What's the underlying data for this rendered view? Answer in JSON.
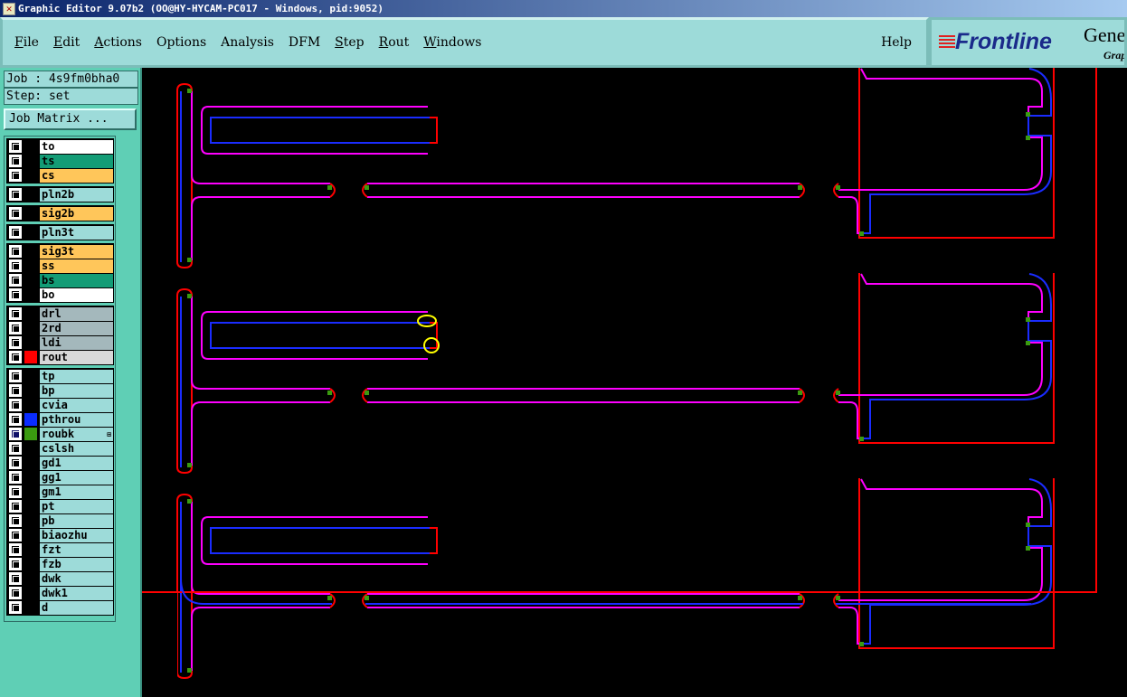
{
  "window": {
    "title": "Graphic Editor 9.07b2 (OO@HY-HYCAM-PC017 - Windows, pid:9052)"
  },
  "menu": {
    "items": [
      "File",
      "Edit",
      "Actions",
      "Options",
      "Analysis",
      "DFM",
      "Step",
      "Rout",
      "Windows"
    ],
    "help": "Help"
  },
  "brand": {
    "logo": "Frontline",
    "gen": "Gene",
    "sub": "Grap"
  },
  "job": {
    "job": "Job : 4s9fm0bha0",
    "step": "Step: set",
    "matrix_button": "Job Matrix ..."
  },
  "layers": [
    {
      "name": "to",
      "bg": "#ffffff"
    },
    {
      "name": "ts",
      "bg": "#139c76"
    },
    {
      "name": "cs",
      "bg": "#ffc65a"
    },
    {
      "name": "pln2b",
      "bg": "#9ddbd9"
    },
    {
      "name": "sig2b",
      "bg": "#ffc65a"
    },
    {
      "name": "pln3t",
      "bg": "#9ddbd9"
    },
    {
      "name": "sig3t",
      "bg": "#ffc65a"
    },
    {
      "name": "ss",
      "bg": "#ffc65a"
    },
    {
      "name": "bs",
      "bg": "#139c76"
    },
    {
      "name": "bo",
      "bg": "#ffffff"
    },
    {
      "name": "drl",
      "bg": "#a4b8bc"
    },
    {
      "name": "2rd",
      "bg": "#a4b8bc"
    },
    {
      "name": "ldi",
      "bg": "#a4b8bc"
    },
    {
      "name": "rout",
      "bg": "#d8d8d8",
      "swatch": "#ff0000"
    },
    {
      "name": "tp",
      "bg": "#9ddbd9"
    },
    {
      "name": "bp",
      "bg": "#9ddbd9"
    },
    {
      "name": "cvia",
      "bg": "#9ddbd9"
    },
    {
      "name": "pthrou",
      "bg": "#9ddbd9",
      "swatch": "#0a2cff"
    },
    {
      "name": "roubk",
      "bg": "#9ddbd9",
      "swatch": "#3a9a10",
      "active": true
    },
    {
      "name": "cslsh",
      "bg": "#9ddbd9"
    },
    {
      "name": "gd1",
      "bg": "#9ddbd9"
    },
    {
      "name": "gg1",
      "bg": "#9ddbd9"
    },
    {
      "name": "gm1",
      "bg": "#9ddbd9"
    },
    {
      "name": "pt",
      "bg": "#9ddbd9"
    },
    {
      "name": "pb",
      "bg": "#9ddbd9"
    },
    {
      "name": "biaozhu",
      "bg": "#9ddbd9"
    },
    {
      "name": "fzt",
      "bg": "#9ddbd9"
    },
    {
      "name": "fzb",
      "bg": "#9ddbd9"
    },
    {
      "name": "dwk",
      "bg": "#9ddbd9"
    },
    {
      "name": "dwk1",
      "bg": "#9ddbd9"
    },
    {
      "name": "d",
      "bg": "#9ddbd9"
    }
  ],
  "groups": [
    [
      0,
      3
    ],
    [
      3,
      4
    ],
    [
      4,
      5
    ],
    [
      5,
      6
    ],
    [
      6,
      10
    ],
    [
      10,
      14
    ],
    [
      14,
      31
    ]
  ],
  "colors": {
    "rout": "#ff0000",
    "pthrou": "#0a2cff",
    "roubk": "#ff00ff",
    "marker": "#ffff00"
  }
}
